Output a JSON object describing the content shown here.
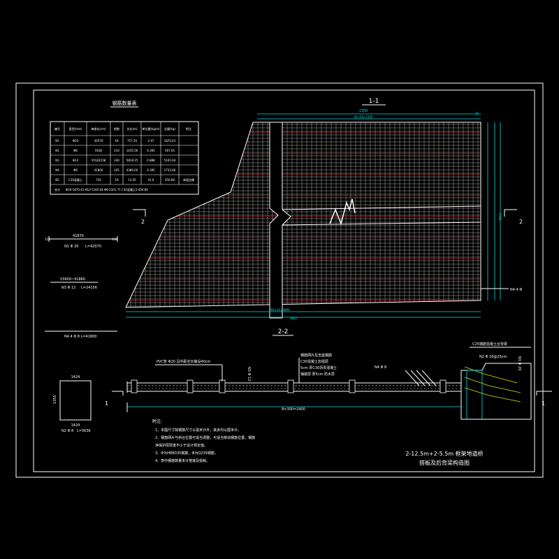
{
  "colors": {
    "background": "#000000",
    "line": "#ffffff",
    "dimension": "#00e0e0",
    "rebar": "#ff3030",
    "accent": "#e0e000"
  },
  "section_1_1": {
    "label": "1-1",
    "cut_left": "2",
    "cut_right": "2",
    "dim_top": "1300",
    "dim_top_sub": "45×29=1305",
    "dim_bottom": "4850",
    "dim_bottom_sub": "204×24=4896",
    "dim_right": "1330",
    "dim_right_top": "25",
    "tag_n4": "N4 4 Φ",
    "tag_n4_left": "N4 4 Φ 8  L=41800"
  },
  "section_2_2": {
    "label": "2-2",
    "cut_left": "1",
    "cut_right": "1",
    "note_pvc": "PVC管 Φ20  沿中距全长铺设40cm",
    "tag_n3": "N3 Φ 12",
    "note_mid_1": "钢筋网片及支座钢筋",
    "note_mid_2": "C30混凝土加强层",
    "note_mid_3": "5cm 厚C30沥青混凝土",
    "note_mid_4": "铺装层 厚5cm 防水层",
    "tag_n4": "N4 Φ 8",
    "note_right_1": "C25钢筋混凝土台背梁",
    "note_right_2": "N2 Φ 20@25cm",
    "dim_bottom": "8×300=2400",
    "side_label": "N1 Φ 20"
  },
  "detail_n1": {
    "dim": "41870",
    "label": "N1 Φ 20",
    "length": "L=42070"
  },
  "detail_n3": {
    "dim": "15600~41860",
    "label": "N3 Φ 12",
    "length": "L=24156"
  },
  "detail_n2": {
    "dim_top": "1424",
    "dim_side": "1355",
    "dim_bottom": "1424",
    "label": "N2 Φ 8",
    "length": "L=5636"
  },
  "table": {
    "title": "钢筋数量表",
    "headers": [
      "编号",
      "直径(mm)",
      "每根长(cm)",
      "根数",
      "总长(m)",
      "单位重(kg/m)",
      "总重(kg)",
      "附注"
    ],
    "rows": [
      [
        "N1",
        "Φ20",
        "42070",
        "18",
        "757.26",
        "2.47",
        "1870.43",
        ""
      ],
      [
        "N2",
        "Φ8",
        "5636",
        "210",
        "1435.56",
        "0.395",
        "567.05",
        ""
      ],
      [
        "N3",
        "Φ12",
        "平均24158",
        "240",
        "5818.25",
        "0.888",
        "5165.64",
        ""
      ],
      [
        "N4",
        "Φ8",
        "41800",
        "105",
        "4389.00",
        "0.395",
        "1733.66",
        ""
      ],
      [
        "N5",
        "C30混凝土",
        "750",
        "18",
        "13.50",
        "41.6",
        "456.80",
        "单面支撑"
      ],
      [
        "合计",
        "Φ20-1870.43",
        "Φ12-5165.64",
        "Φ8-2301.71",
        "C30混凝土5-456.80",
        "",
        "",
        ""
      ]
    ]
  },
  "notes": {
    "heading": "附注:",
    "items": [
      "1、本图尺寸除钢筋尺寸以毫米计外，其余均以厘米计。",
      "2、钢筋网片与桥台位置可适当调整，可适当移动钢筋位置，钢筋",
      "   净保护层厚度不小于设计规定值。",
      "3、Φ为HRB335钢筋，Φ为Q235钢筋。",
      "4、表中钢筋数量未计搭接及损耗。"
    ]
  },
  "title_block": {
    "line1": "2-12.5m+2-5.5m 框架地道桥",
    "line2": "搭板及后背梁构造图"
  }
}
